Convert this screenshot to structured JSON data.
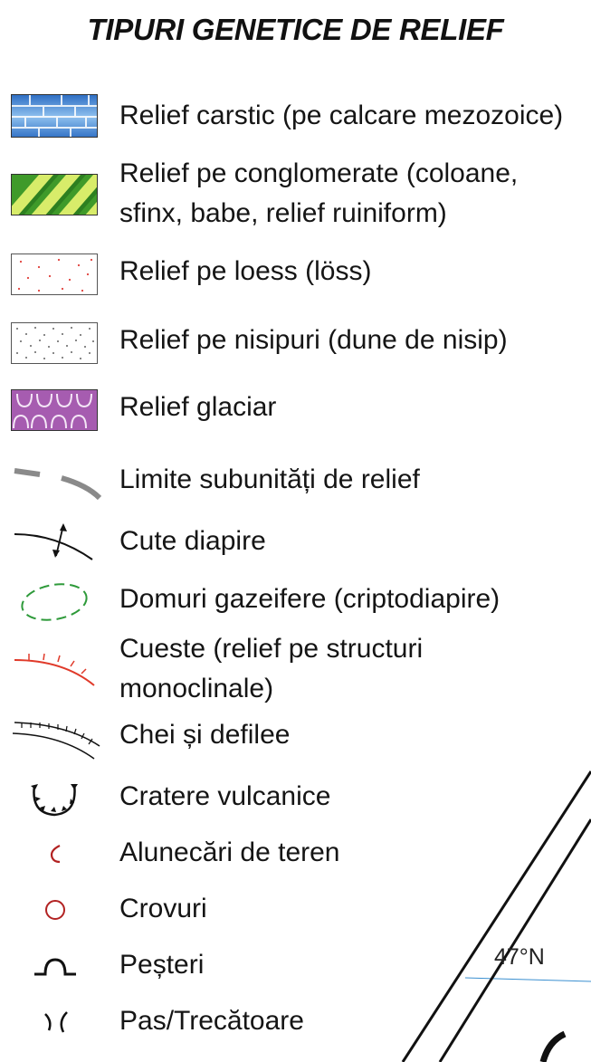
{
  "title": "TIPURI GENETICE  DE RELIEF",
  "legend": [
    {
      "label": "Relief carstic (pe calcare mezozoice)",
      "icon": "limestone-pattern-icon",
      "color": "#3f7fd0"
    },
    {
      "label": "Relief pe conglomerate (coloane,",
      "label2": "sfinx, babe, relief ruiniform)",
      "icon": "conglomerate-stripes-icon",
      "color": "#7cc23a"
    },
    {
      "label": "Relief pe loess (löss)",
      "icon": "loess-dots-icon",
      "color": "#e0403a"
    },
    {
      "label": "Relief pe nisipuri (dune de nisip)",
      "icon": "sand-dots-icon",
      "color": "#333333"
    },
    {
      "label": "Relief glaciar",
      "icon": "glacial-pattern-icon",
      "color": "#a65cb0"
    },
    {
      "label": "Limite subunități de relief",
      "icon": "dashed-boundary-icon",
      "color": "#8a8a8a"
    },
    {
      "label": "Cute diapire",
      "icon": "diapir-fold-icon",
      "color": "#111111"
    },
    {
      "label": "Domuri gazeifere (criptodiapire)",
      "icon": "gas-dome-icon",
      "color": "#2e9a3a"
    },
    {
      "label": "Cueste (relief pe structuri",
      "label2": "monoclinale)",
      "icon": "cuesta-icon",
      "color": "#e03a2a"
    },
    {
      "label": "Chei și defilee",
      "icon": "gorge-icon",
      "color": "#111111"
    },
    {
      "label": "Cratere vulcanice",
      "icon": "volcanic-crater-icon",
      "color": "#111111"
    },
    {
      "label": "Alunecări de teren",
      "icon": "landslide-icon",
      "color": "#b22222"
    },
    {
      "label": "Crovuri",
      "icon": "crov-circle-icon",
      "color": "#b22222"
    },
    {
      "label": "Peșteri",
      "icon": "cave-icon",
      "color": "#111111"
    },
    {
      "label": "Pas/Trecătoare",
      "icon": "pass-icon",
      "color": "#111111"
    }
  ],
  "map": {
    "latitude_label": "47°N",
    "line_color": "#3a8fd0"
  }
}
